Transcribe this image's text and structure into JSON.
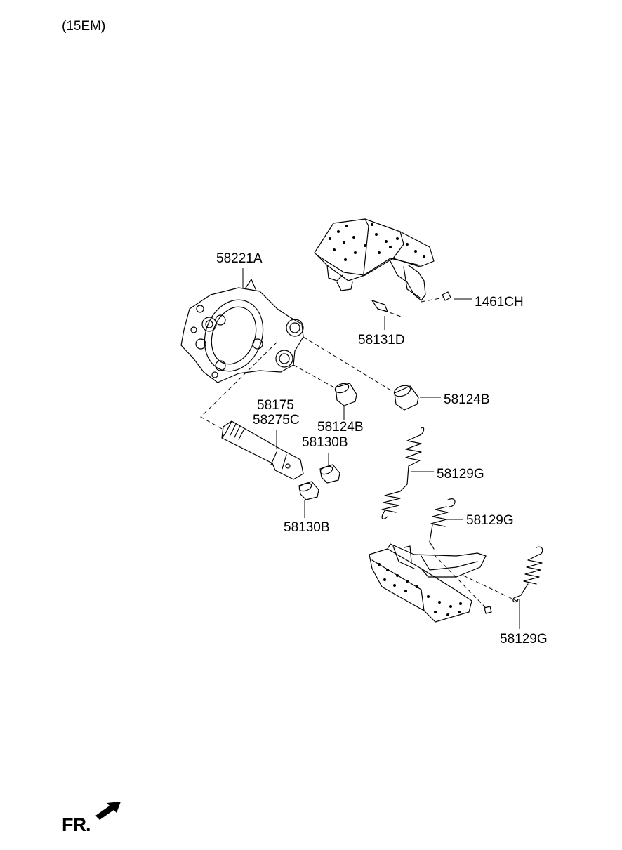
{
  "header": {
    "code": "(15EM)"
  },
  "parts": {
    "p58221A": "58221A",
    "p1461CH": "1461CH",
    "p58131D": "58131D",
    "p58124B_right": "58124B",
    "p58175": "58175",
    "p58275C": "58275C",
    "p58124B_mid": "58124B",
    "p58130B_upper": "58130B",
    "p58129G_upper": "58129G",
    "p58129G_mid": "58129G",
    "p58130B_lower": "58130B",
    "p58129G_lower": "58129G"
  },
  "orientation": {
    "label": "FR."
  }
}
